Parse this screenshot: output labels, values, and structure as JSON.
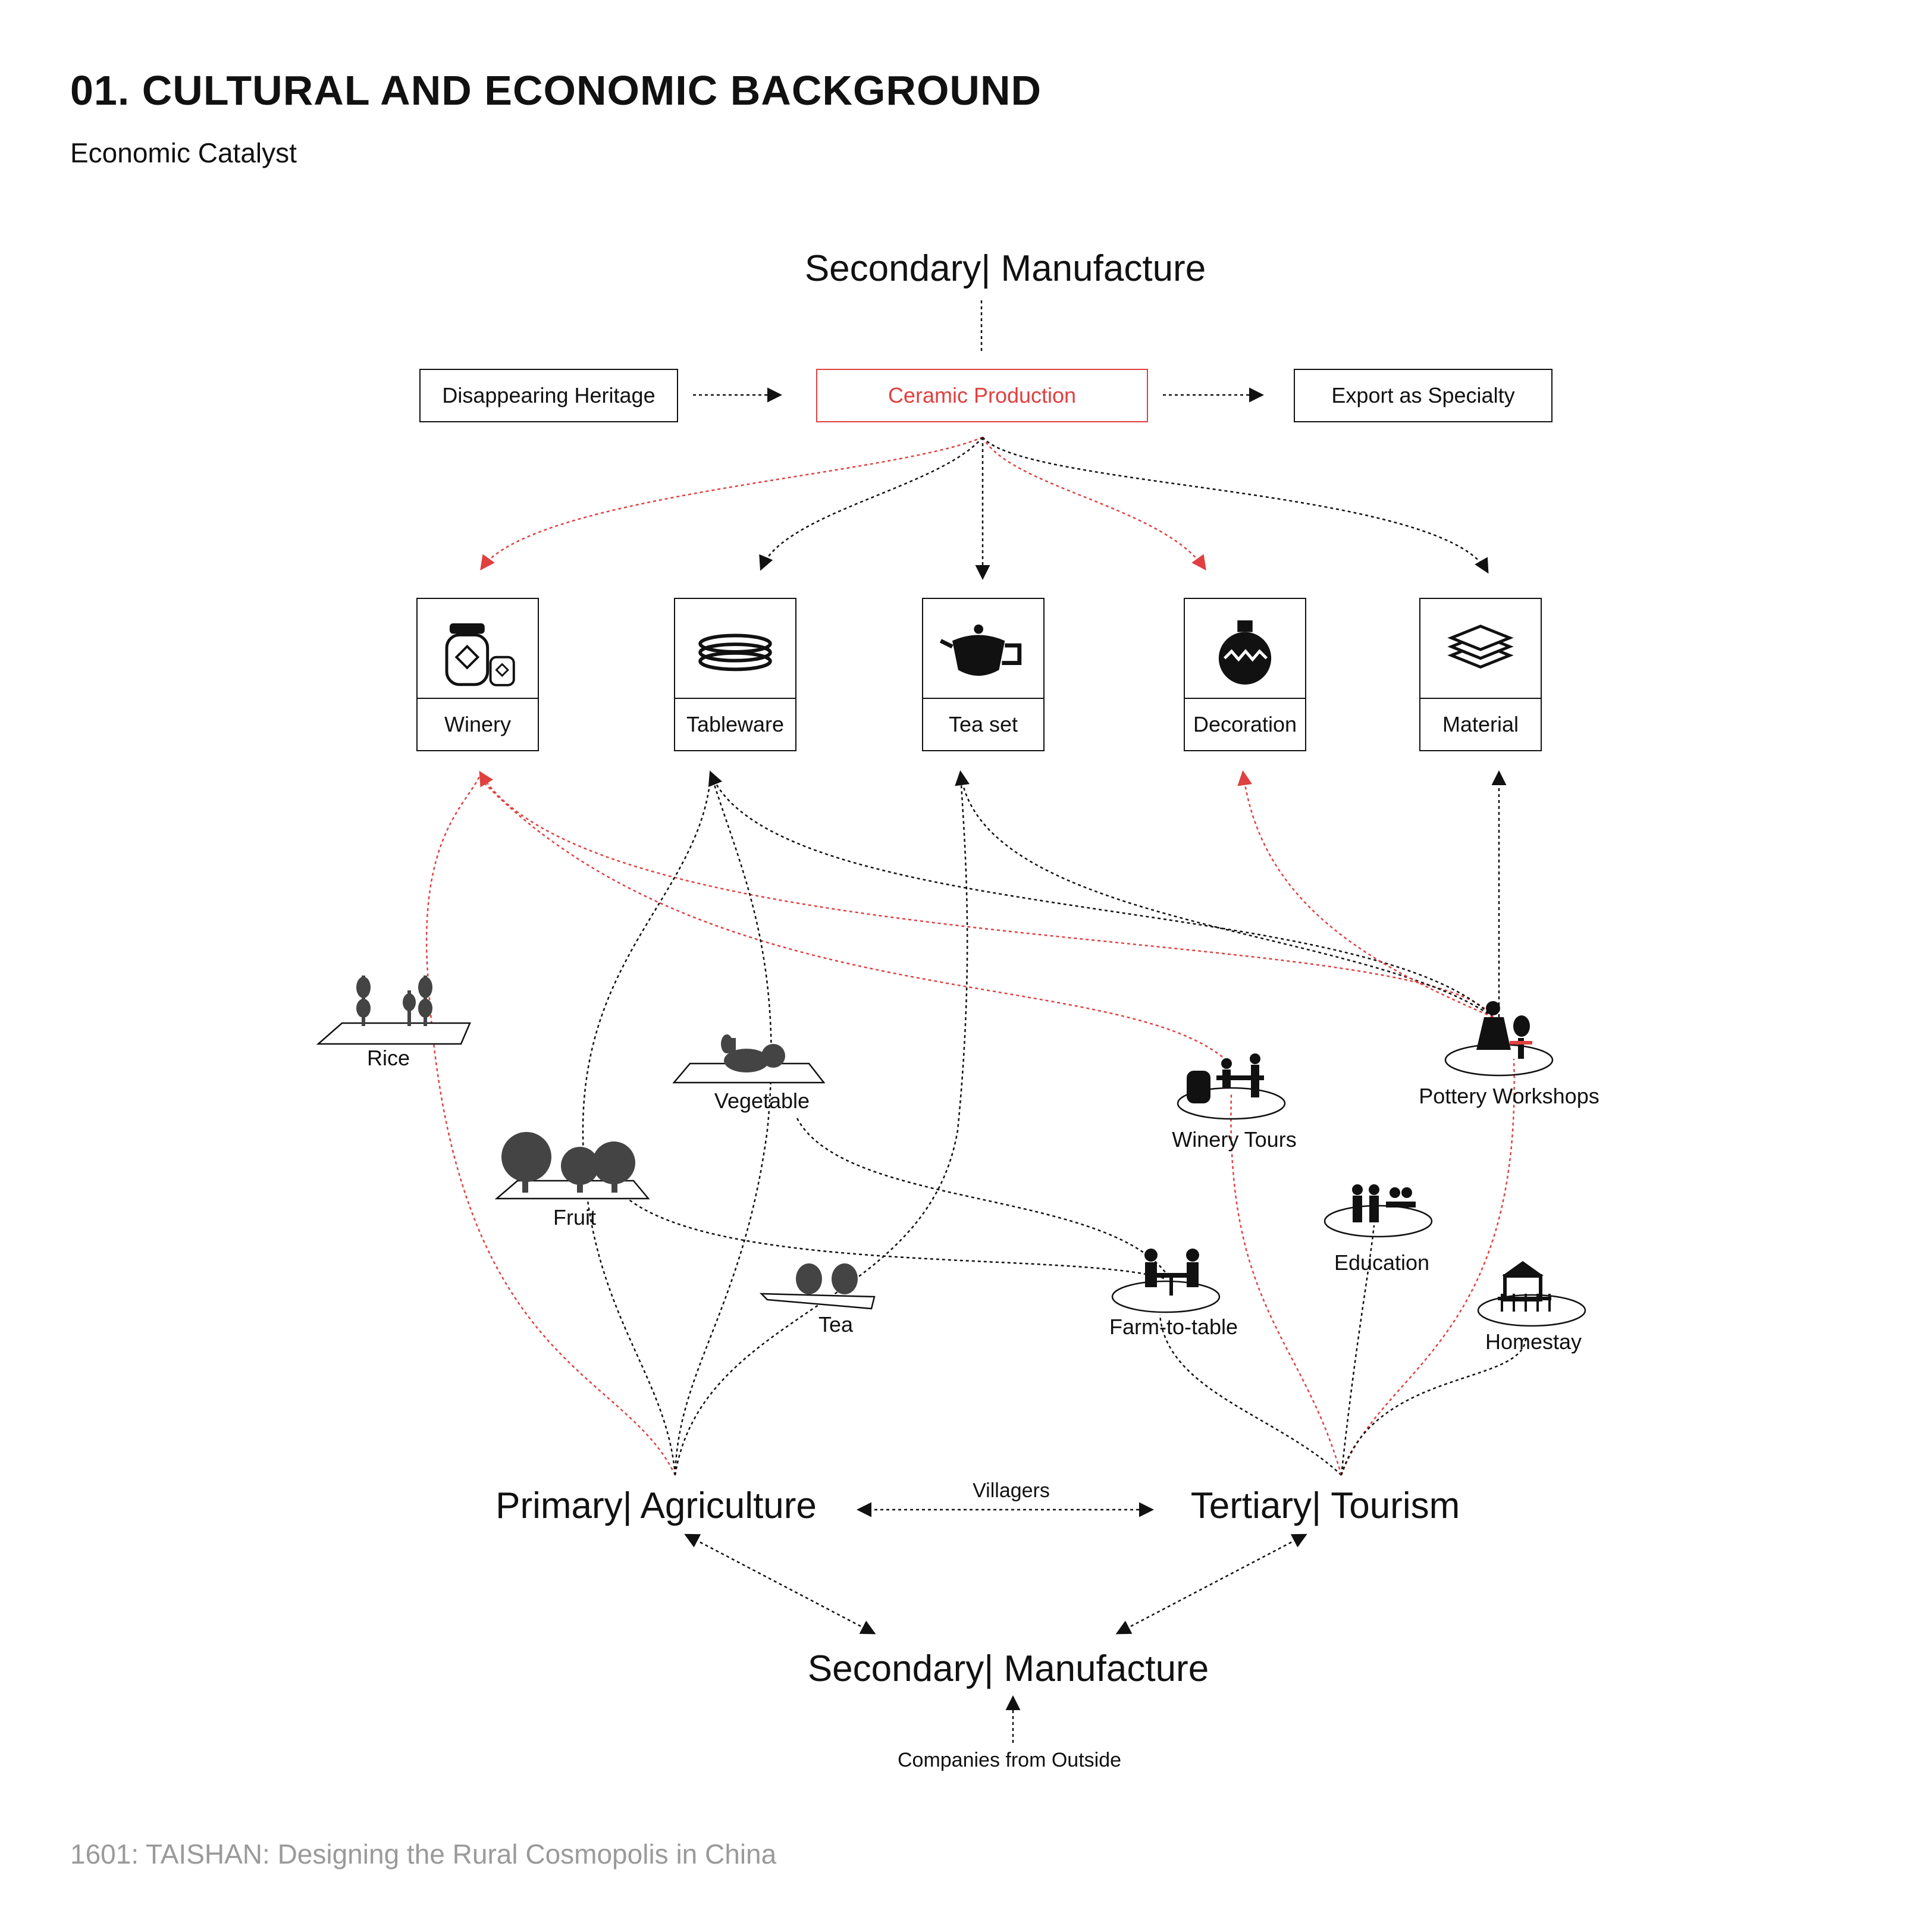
{
  "header": {
    "title": "01. CULTURAL AND ECONOMIC BACKGROUND",
    "subtitle": "Economic Catalyst"
  },
  "sectors": {
    "top": "Secondary| Manufacture",
    "primary": "Primary| Agriculture",
    "tertiary": "Tertiary| Tourism",
    "bottom": "Secondary| Manufacture"
  },
  "flow": {
    "heritage": "Disappearing Heritage",
    "ceramic": "Ceramic Production",
    "export": "Export as Specialty"
  },
  "products": [
    {
      "label": "Winery",
      "icon": "wine-jar-icon"
    },
    {
      "label": "Tableware",
      "icon": "plates-icon"
    },
    {
      "label": "Tea set",
      "icon": "teapot-icon"
    },
    {
      "label": "Decoration",
      "icon": "vase-icon"
    },
    {
      "label": "Material",
      "icon": "tile-stack-icon"
    }
  ],
  "agriculture": {
    "rice": "Rice",
    "vegetable": "Vegetable",
    "fruit": "Fruit",
    "tea": "Tea"
  },
  "tourism": {
    "winery_tours": "Winery Tours",
    "pottery_workshops": "Pottery Workshops",
    "education": "Education",
    "farm_to_table": "Farm-to-table",
    "homestay": "Homestay"
  },
  "relations": {
    "villagers": "Villagers",
    "companies": "Companies from Outside"
  },
  "colors": {
    "accent": "#e04040",
    "line": "#111111",
    "footer": "#9a9a9a"
  },
  "footer": "1601: TAISHAN: Designing the Rural Cosmopolis in China"
}
